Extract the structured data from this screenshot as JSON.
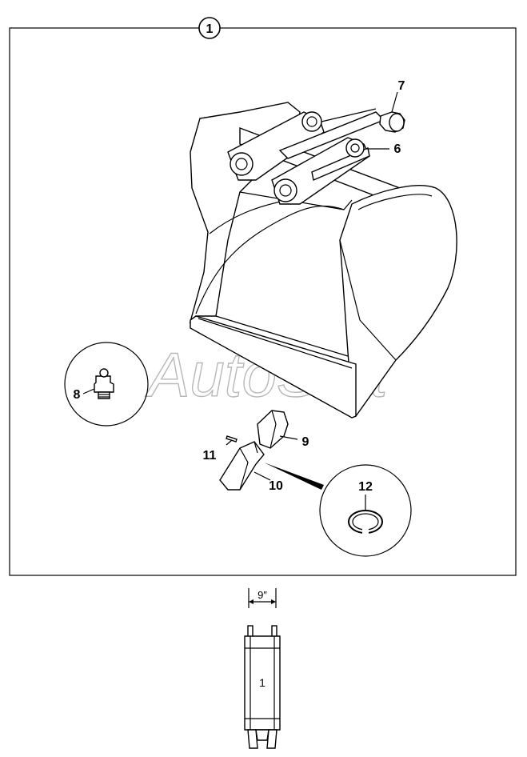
{
  "callouts": {
    "assembly": "1",
    "p6": "6",
    "p7": "7",
    "p8": "8",
    "p9": "9",
    "p10": "10",
    "p11": "11",
    "p12": "12"
  },
  "watermark": "AutoSoft",
  "dimension": {
    "width_label": "9″",
    "bucket_label": "1"
  }
}
